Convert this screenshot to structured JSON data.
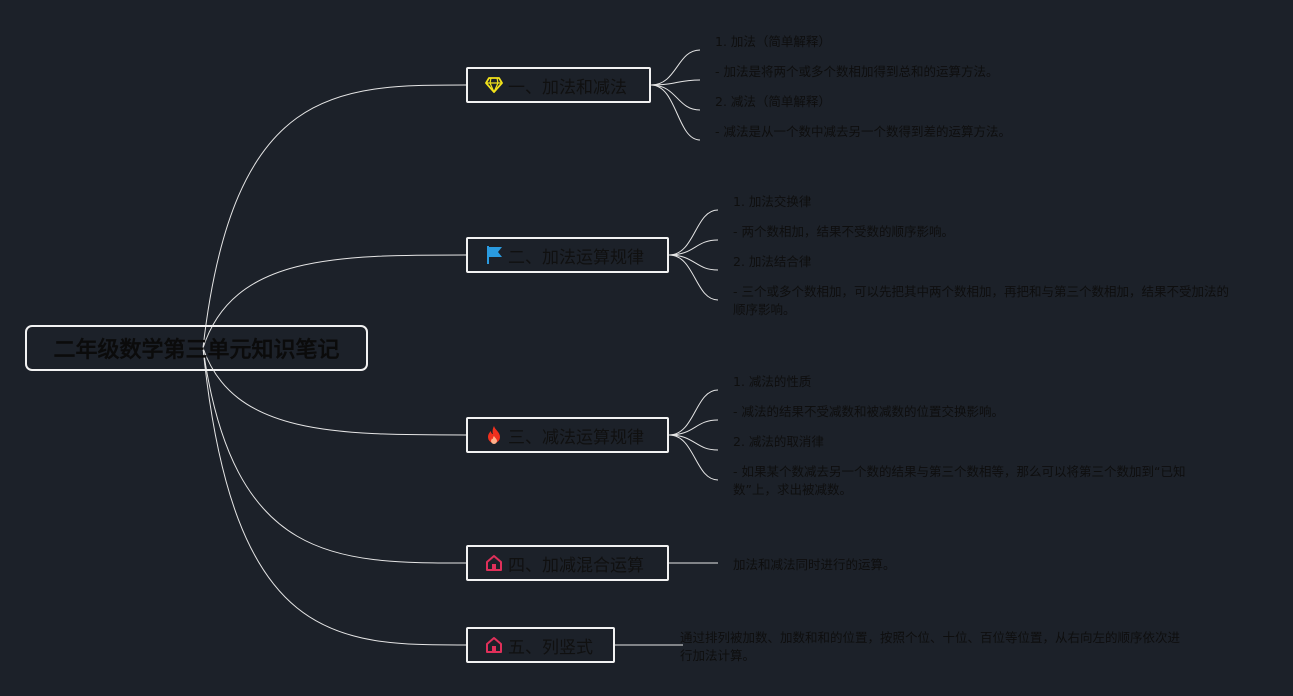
{
  "root": {
    "title": "二年级数学第三单元知识笔记"
  },
  "colors": {
    "background": "#1c2129",
    "line": "#e6e6e6",
    "border": "#f2f2f2",
    "text": "#101010"
  },
  "branches": [
    {
      "label": "一、加法和减法",
      "icon": "diamond-icon",
      "icon_color": "#f2e21b",
      "items": [
        "1. 加法（简单解释）",
        "- 加法是将两个或多个数相加得到总和的运算方法。",
        "2. 减法（简单解释）",
        "- 减法是从一个数中减去另一个数得到差的运算方法。"
      ]
    },
    {
      "label": "二、加法运算规律",
      "icon": "flag-icon",
      "icon_color": "#2a9be0",
      "items": [
        "1. 加法交换律",
        "- 两个数相加，结果不受数的顺序影响。",
        "2. 加法结合律",
        "- 三个或多个数相加，可以先把其中两个数相加，再把和与第三个数相加，结果不受加法的顺序影响。"
      ]
    },
    {
      "label": "三、减法运算规律",
      "icon": "fire-icon",
      "icon_color": "#f0301e",
      "items": [
        "1. 减法的性质",
        "- 减法的结果不受减数和被减数的位置交换影响。",
        "2. 减法的取消律",
        "- 如果某个数减去另一个数的结果与第三个数相等，那么可以将第三个数加到“已知数”上，求出被减数。"
      ]
    },
    {
      "label": "四、加减混合运算",
      "icon": "home-icon",
      "icon_color": "#e0305a",
      "items": [
        "加法和减法同时进行的运算。"
      ]
    },
    {
      "label": "五、列竖式",
      "icon": "home-icon",
      "icon_color": "#e0305a",
      "items": [
        "通过排列被加数、加数和和的位置，按照个位、十位、百位等位置，从右向左的顺序依次进行加法计算。"
      ]
    }
  ]
}
